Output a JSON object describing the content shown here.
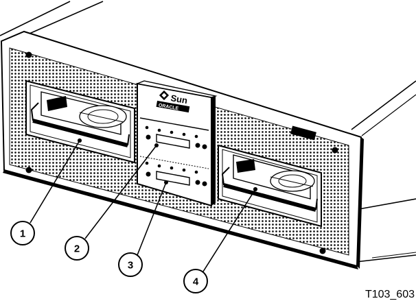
{
  "figure": {
    "id_label": "T103_603",
    "logo_text": "Sun ORACLE"
  },
  "callouts": [
    {
      "number": "1",
      "target": "left-tape-drive-slot"
    },
    {
      "number": "2",
      "target": "upper-drive-status-panel"
    },
    {
      "number": "3",
      "target": "lower-drive-status-panel"
    },
    {
      "number": "4",
      "target": "right-tape-drive-slot"
    }
  ],
  "colors": {
    "line": "#000000",
    "background": "#ffffff",
    "mesh": "#1a1a1a"
  }
}
